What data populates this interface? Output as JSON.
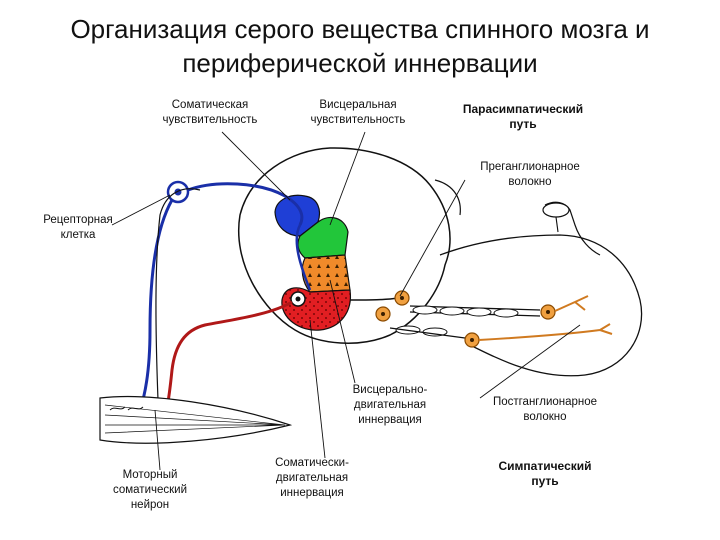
{
  "title": {
    "line1": "Организация серого вещества спинного мозга и",
    "line2": "периферической иннервации"
  },
  "labels": {
    "somatic_sens_1": "Соматическая",
    "somatic_sens_2": "чувствительность",
    "visceral_sens_1": "Висцеральная",
    "visceral_sens_2": "чувствительность",
    "parasym_1": "Парасимпатический",
    "parasym_2": "путь",
    "pregang_1": "Преганглионарное",
    "pregang_2": "волокно",
    "receptor_1": "Рецепторная",
    "receptor_2": "клетка",
    "visc_motor_1": "Висцерально-",
    "visc_motor_2": "двигательная",
    "visc_motor_3": "иннервация",
    "postgang_1": "Постганглионарное",
    "postgang_2": "волокно",
    "somatic_motor_1": "Соматически-",
    "somatic_motor_2": "двигательная",
    "somatic_motor_3": "иннервация",
    "motor_neuron_1": "Моторный",
    "motor_neuron_2": "соматический",
    "motor_neuron_3": "нейрон",
    "sympathetic_1": "Симпатический",
    "sympathetic_2": "путь"
  },
  "colors": {
    "somatic_sensory_zone": "#1f3fd6",
    "visceral_sensory_zone": "#22c63a",
    "visceral_motor_zone": "#f08a2a",
    "somatic_motor_zone": "#e11e22",
    "sensory_fiber": "#1a2fa8",
    "motor_fiber": "#b01818",
    "ganglion": "#f0a040"
  }
}
